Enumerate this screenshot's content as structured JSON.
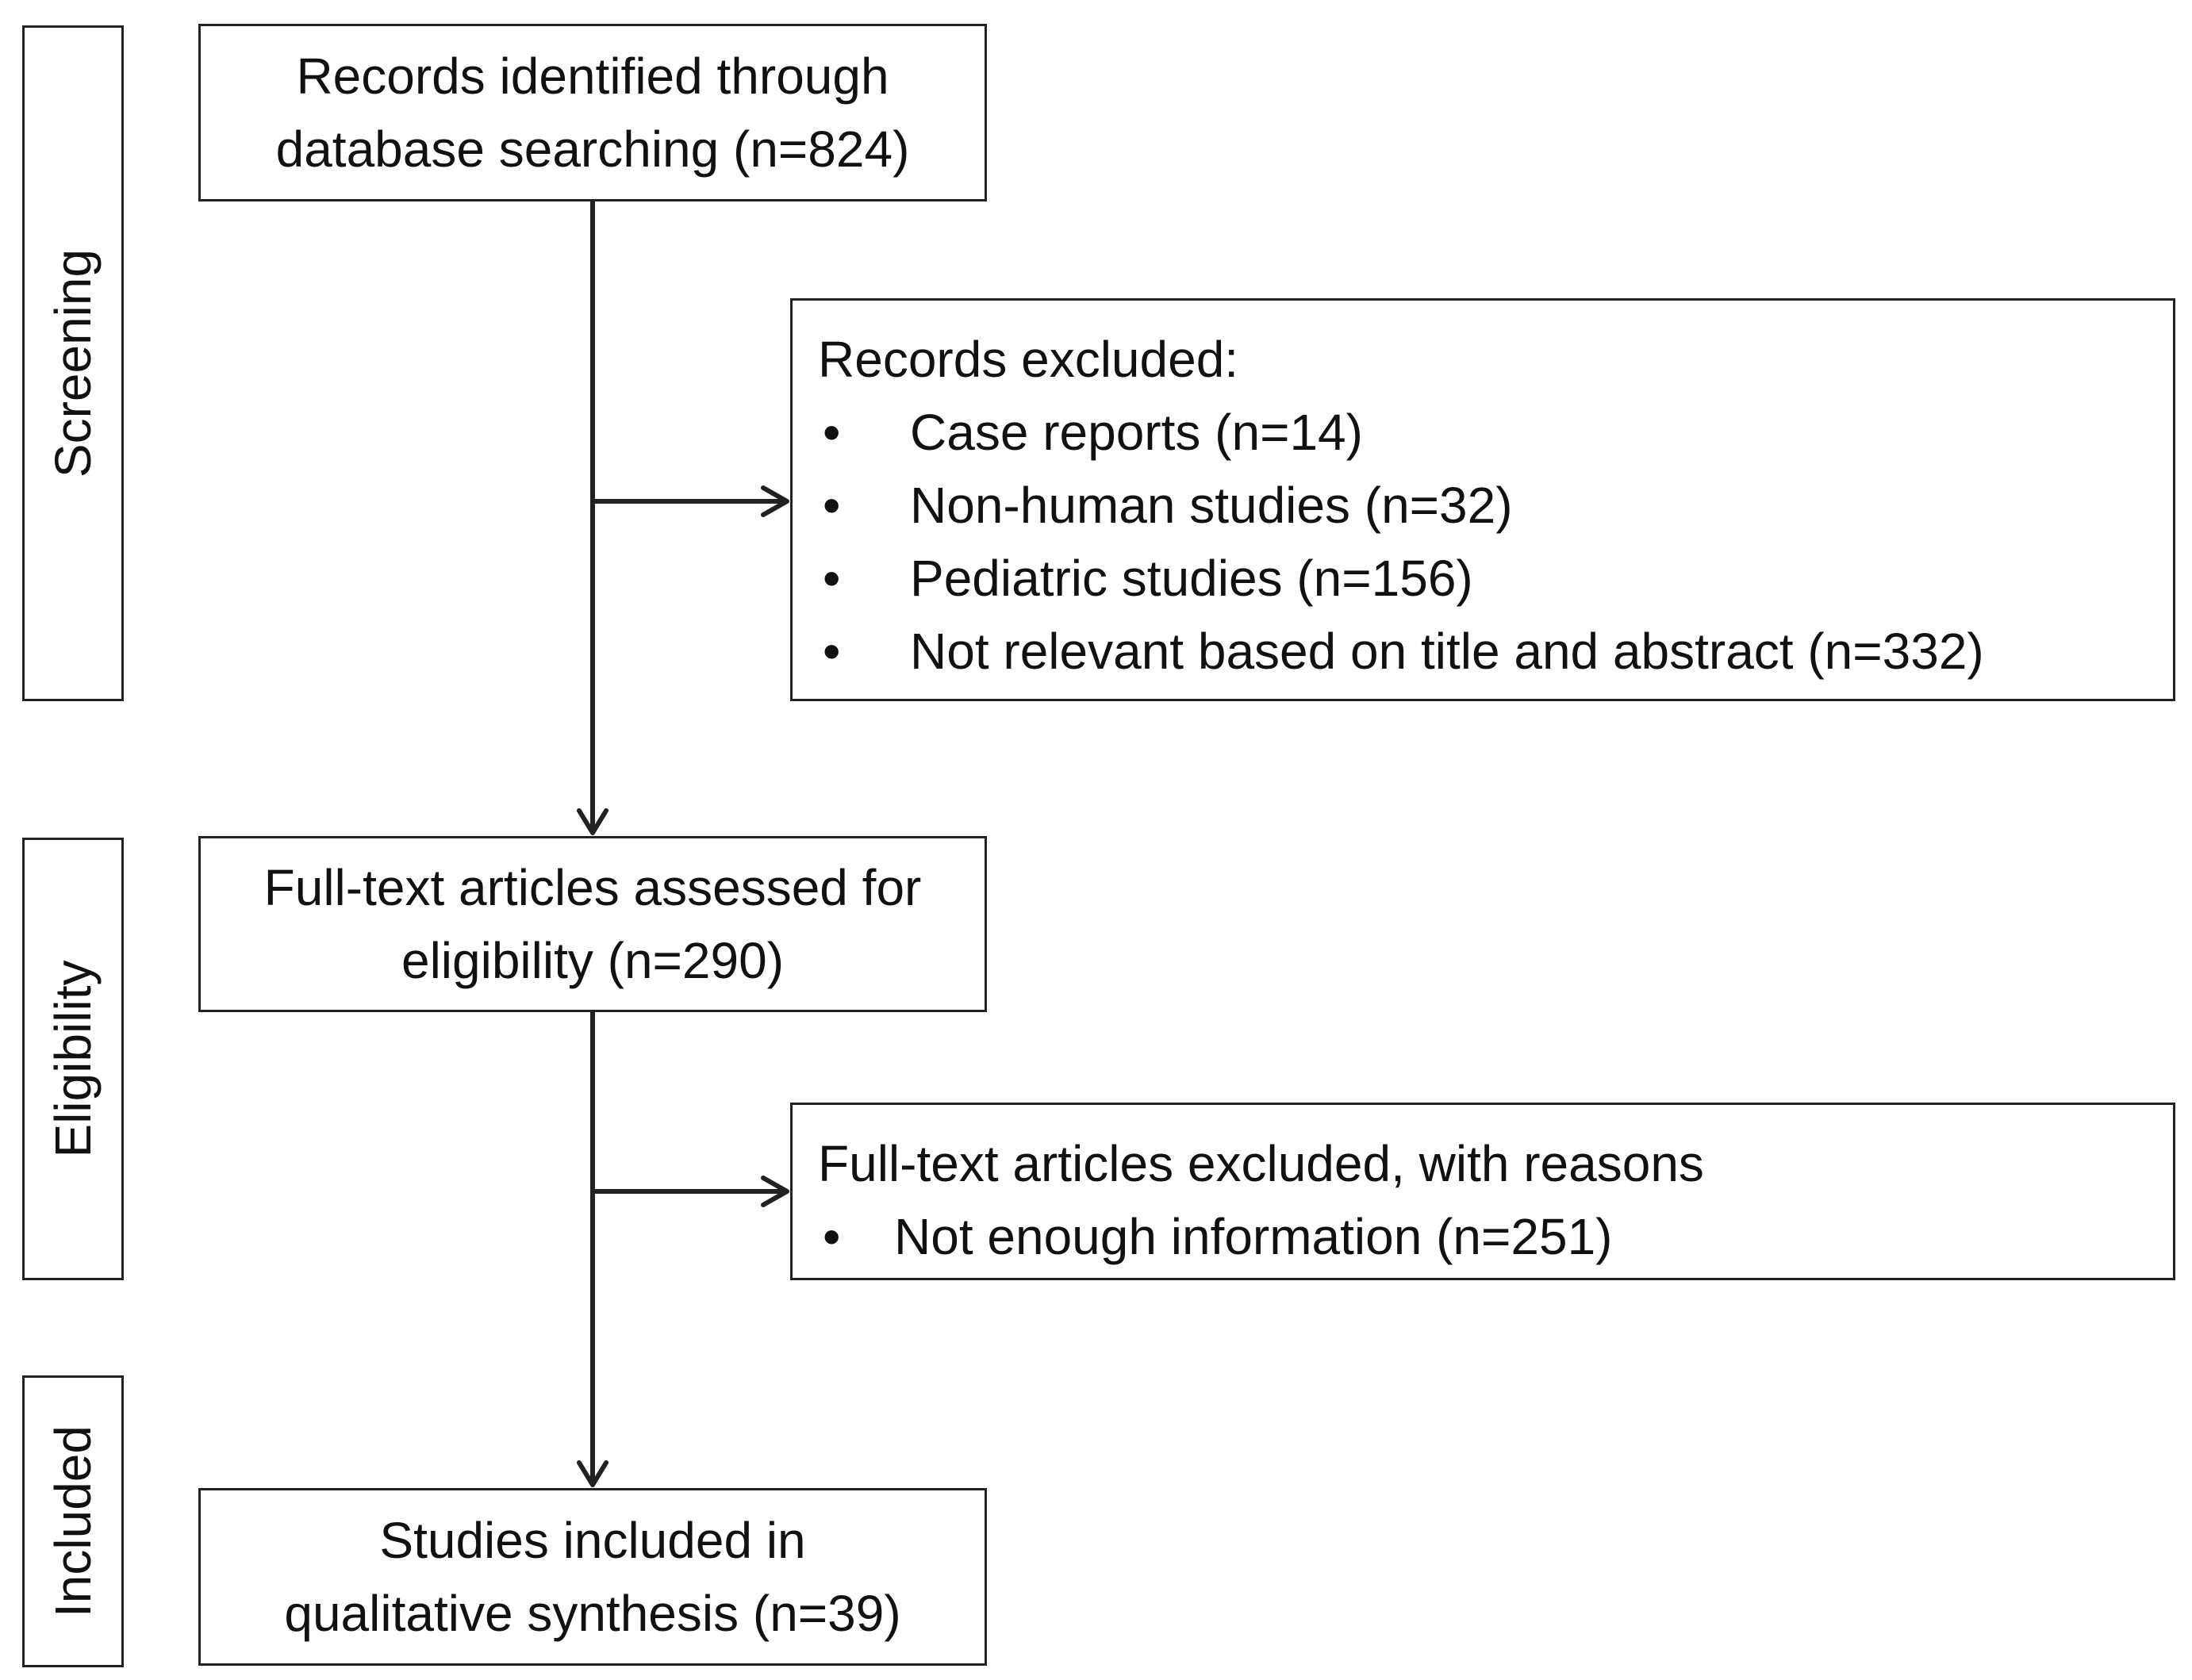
{
  "stages": {
    "screening": "Screening",
    "eligibility": "Eligibility",
    "included": "Included"
  },
  "boxes": {
    "identified": {
      "line1": "Records identified through",
      "line2": "database searching (n=824)"
    },
    "records_excluded": {
      "title": "Records excluded:",
      "bullet": "•",
      "items": [
        "Case reports (n=14)",
        "Non-human studies (n=32)",
        "Pediatric studies (n=156)",
        "Not relevant based on title and abstract (n=332)"
      ]
    },
    "fulltext_assessed": {
      "line1": "Full-text articles assessed for",
      "line2": "eligibility (n=290)"
    },
    "fulltext_excluded": {
      "title": "Full-text articles excluded, with reasons",
      "bullet": "•",
      "items": [
        "Not enough information (n=251)"
      ]
    },
    "included": {
      "line1": "Studies included in",
      "line2": "qualitative synthesis (n=39)"
    }
  },
  "colors": {
    "stroke": "#222222",
    "background": "#ffffff"
  }
}
